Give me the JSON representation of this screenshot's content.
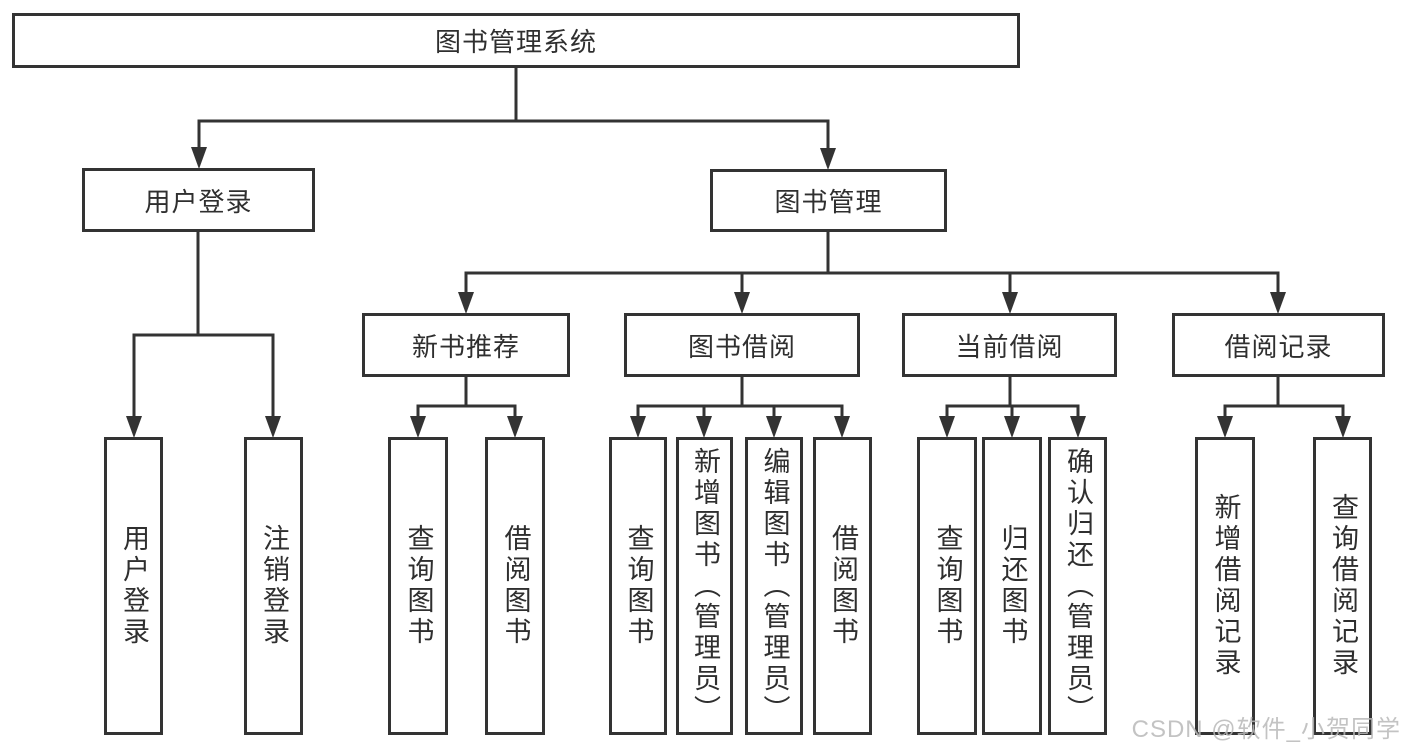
{
  "root": {
    "label": "图书管理系统"
  },
  "level2": [
    {
      "label": "用户登录",
      "children": [
        {
          "label": "用户登录"
        },
        {
          "label": "注销登录"
        }
      ]
    },
    {
      "label": "图书管理",
      "children": [
        {
          "label": "新书推荐",
          "children": [
            {
              "label": "查询图书"
            },
            {
              "label": "借阅图书"
            }
          ]
        },
        {
          "label": "图书借阅",
          "children": [
            {
              "label": "查询图书"
            },
            {
              "label": "新增图书（管理员）"
            },
            {
              "label": "编辑图书（管理员）"
            },
            {
              "label": "借阅图书"
            }
          ]
        },
        {
          "label": "当前借阅",
          "children": [
            {
              "label": "查询图书"
            },
            {
              "label": "归还图书"
            },
            {
              "label": "确认归还（管理员）"
            }
          ]
        },
        {
          "label": "借阅记录",
          "children": [
            {
              "label": "新增借阅记录"
            },
            {
              "label": "查询借阅记录"
            }
          ]
        }
      ]
    }
  ],
  "watermark": {
    "text": "CSDN @软件_小贺同学"
  },
  "colors": {
    "line": "#333333",
    "text": "#2f2f2f",
    "watermark": "#b9b9b9",
    "background": "#ffffff"
  }
}
